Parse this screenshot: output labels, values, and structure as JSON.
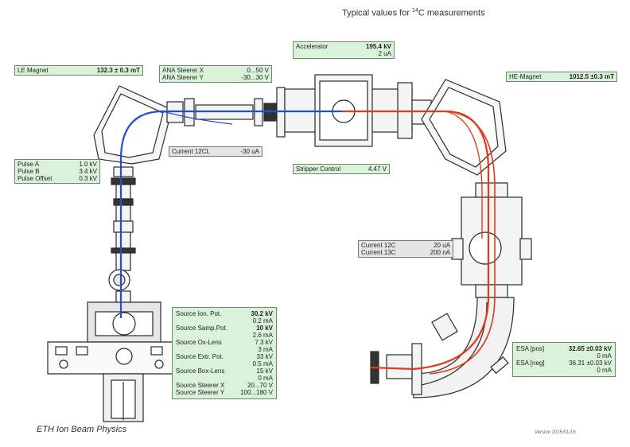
{
  "title": {
    "prefix": "Typical values for ",
    "sup": "14",
    "suffix": "C measurements"
  },
  "footer": "ETH Ion Beam Physics",
  "version": "Version 2015/01/16",
  "colors": {
    "panel": "#d9f2d9",
    "beam_12c": "#1f4fd6",
    "beam_14c": "#e23a1c",
    "hardware": "#2a2a2a"
  },
  "le_magnet": {
    "label": "LE Magnet",
    "value": "132.3 ± 0.3 mT"
  },
  "ana_steerer": [
    {
      "label": "ANA Steerer X",
      "value": "0...50 V"
    },
    {
      "label": "ANA Steerer Y",
      "value": "-30...30 V"
    }
  ],
  "current_12cl": {
    "label": "Current 12CL",
    "value": "-30 uA"
  },
  "accelerator": {
    "label": "Accelerator",
    "values": [
      "195.4 kV",
      "2 uA"
    ]
  },
  "he_magnet": {
    "label": "HE-Magnet",
    "value": "1012.5 ±0.3 mT"
  },
  "stripper": {
    "label": "Stripper Control",
    "value": "4.47 V"
  },
  "pulse": [
    {
      "label": "Pulse A",
      "value": "1.0 kV"
    },
    {
      "label": "Pulse B",
      "value": "3.4 kV"
    },
    {
      "label": "Pulse Offset",
      "value": "0.3 kV"
    }
  ],
  "currents_hi": [
    {
      "label": "Current 12C",
      "value": "20 uA"
    },
    {
      "label": "Current 13C",
      "value": "200 nA"
    }
  ],
  "source": [
    {
      "label": "Source Ion. Pot.",
      "values": [
        "30.2 kV",
        "0.2 mA"
      ],
      "bold": true
    },
    {
      "label": "Source Samp.Pot.",
      "values": [
        "10 kV",
        "2.6 mA"
      ],
      "bold": true
    },
    {
      "label": "Source Ox-Lens",
      "values": [
        "7.3 kV",
        "3 mA"
      ]
    },
    {
      "label": "Source Extr. Pot.",
      "values": [
        "33 kV",
        "0.5 mA"
      ]
    },
    {
      "label": "Source Box-Lens",
      "values": [
        "15 kV",
        "0 mA"
      ]
    },
    {
      "label": "Source Steerer X",
      "values": [
        "20...70 V"
      ]
    },
    {
      "label": "Source Steerer Y",
      "values": [
        "100...180 V"
      ]
    }
  ],
  "esa": [
    {
      "label": "ESA [pos]",
      "values": [
        "32.65 ±0.03 kV",
        "0 mA"
      ],
      "bold": true
    },
    {
      "label": "ESA [neg]",
      "values": [
        "36.31 ±0.03 kV",
        "0 mA"
      ]
    }
  ]
}
